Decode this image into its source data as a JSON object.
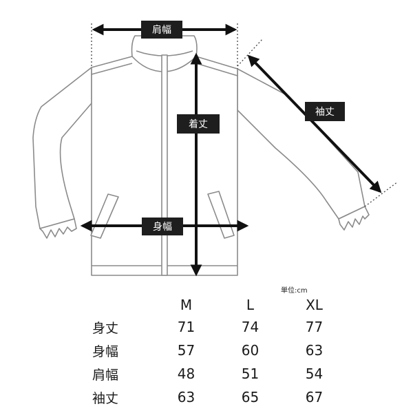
{
  "labels": {
    "shoulder": "肩幅",
    "length": "着丈",
    "sleeve": "袖丈",
    "body_width": "身幅"
  },
  "unit": "単位:cm",
  "table": {
    "columns": [
      "M",
      "L",
      "XL"
    ],
    "rows": [
      {
        "name": "身丈",
        "values": [
          "71",
          "74",
          "77"
        ]
      },
      {
        "name": "身幅",
        "values": [
          "57",
          "60",
          "63"
        ]
      },
      {
        "name": "肩幅",
        "values": [
          "48",
          "51",
          "54"
        ]
      },
      {
        "name": "袖丈",
        "values": [
          "63",
          "65",
          "67"
        ]
      }
    ]
  }
}
